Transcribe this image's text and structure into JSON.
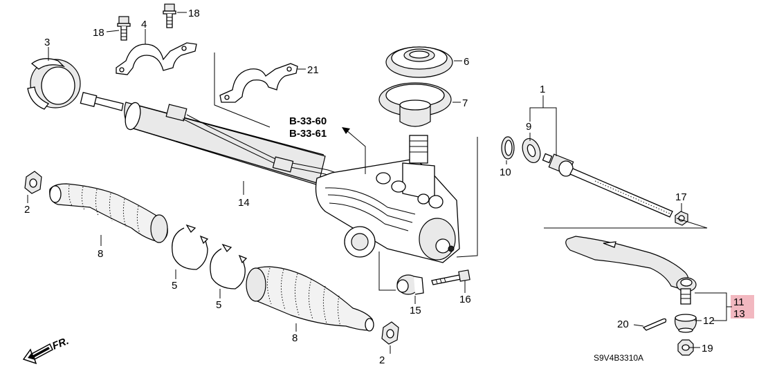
{
  "callouts": {
    "c1": "1",
    "c2a": "2",
    "c2b": "2",
    "c3": "3",
    "c4": "4",
    "c5a": "5",
    "c5b": "5",
    "c6": "6",
    "c7": "7",
    "c8a": "8",
    "c8b": "8",
    "c9": "9",
    "c10": "10",
    "c11": "11",
    "c12": "12",
    "c13": "13",
    "c14": "14",
    "c15": "15",
    "c16": "16",
    "c17": "17",
    "c18a": "18",
    "c18b": "18",
    "c19": "19",
    "c20": "20",
    "c21": "21"
  },
  "refs": {
    "ref1": "B-33-60",
    "ref2": "B-33-61"
  },
  "orientation": "FR.",
  "diagram_code": "S9V4B3310A",
  "colors": {
    "highlight": "#f2b8c0",
    "line": "#000000"
  }
}
